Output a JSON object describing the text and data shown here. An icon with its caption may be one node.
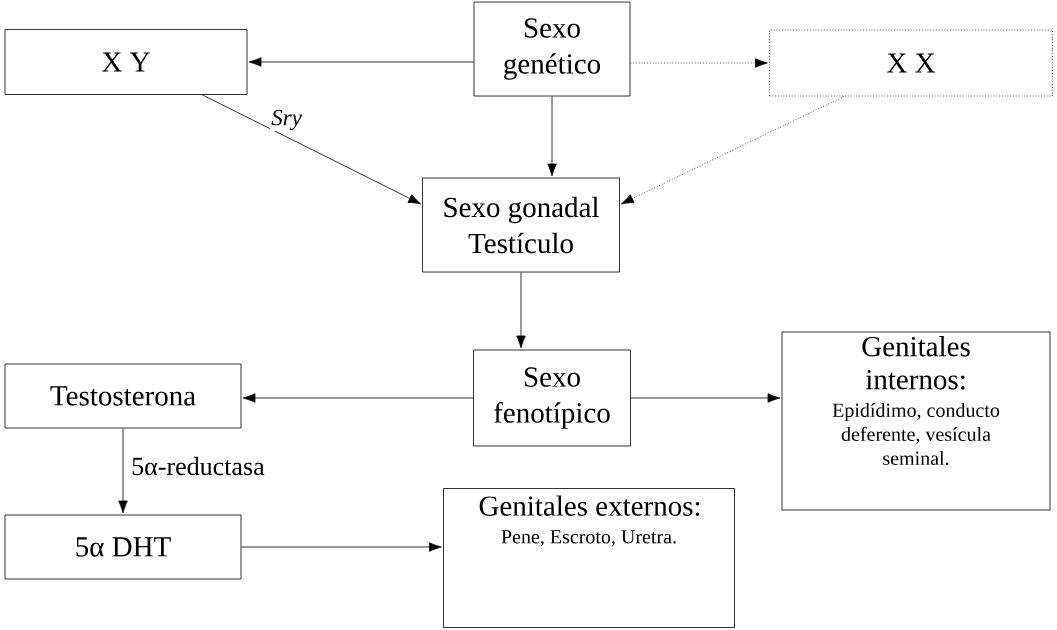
{
  "diagram": {
    "nodes": [
      {
        "text": [
          "Sexo genético"
        ]
      },
      {
        "text": [
          "X Y"
        ]
      },
      {
        "text": [
          "X X"
        ]
      },
      {
        "text": [
          "Sexo gonadal Testículo"
        ]
      },
      {
        "text": [
          "Sexo fenotípico"
        ]
      },
      {
        "text": [
          "Testosterona"
        ]
      },
      {
        "text": [
          "Genitales internos:",
          "Epidídimo, conducto deferente, vesícula seminal."
        ]
      },
      {
        "text": [
          "5α DHT"
        ]
      },
      {
        "text": [
          "Genitales externos:",
          "Pene, Escroto, Uretra."
        ]
      }
    ],
    "edges": [
      {
        "from": 0,
        "to": 1,
        "arrow": "to"
      },
      {
        "from": 0,
        "to": 2,
        "arrow": "to",
        "style": "dashed"
      },
      {
        "from": 1,
        "to": 3,
        "arrow": "to",
        "label": "Sry"
      },
      {
        "from": 0,
        "to": 3,
        "arrow": "to"
      },
      {
        "from": 2,
        "to": 3,
        "arrow": "to",
        "style": "dashed"
      },
      {
        "from": 3,
        "to": 4,
        "arrow": "to"
      },
      {
        "from": 4,
        "to": 5,
        "arrow": "to"
      },
      {
        "from": 4,
        "to": 6,
        "arrow": "to"
      },
      {
        "from": 5,
        "to": 7,
        "arrow": "to",
        "label": "5α-reductasa"
      },
      {
        "from": 7,
        "to": 8,
        "arrow": "to"
      }
    ]
  }
}
